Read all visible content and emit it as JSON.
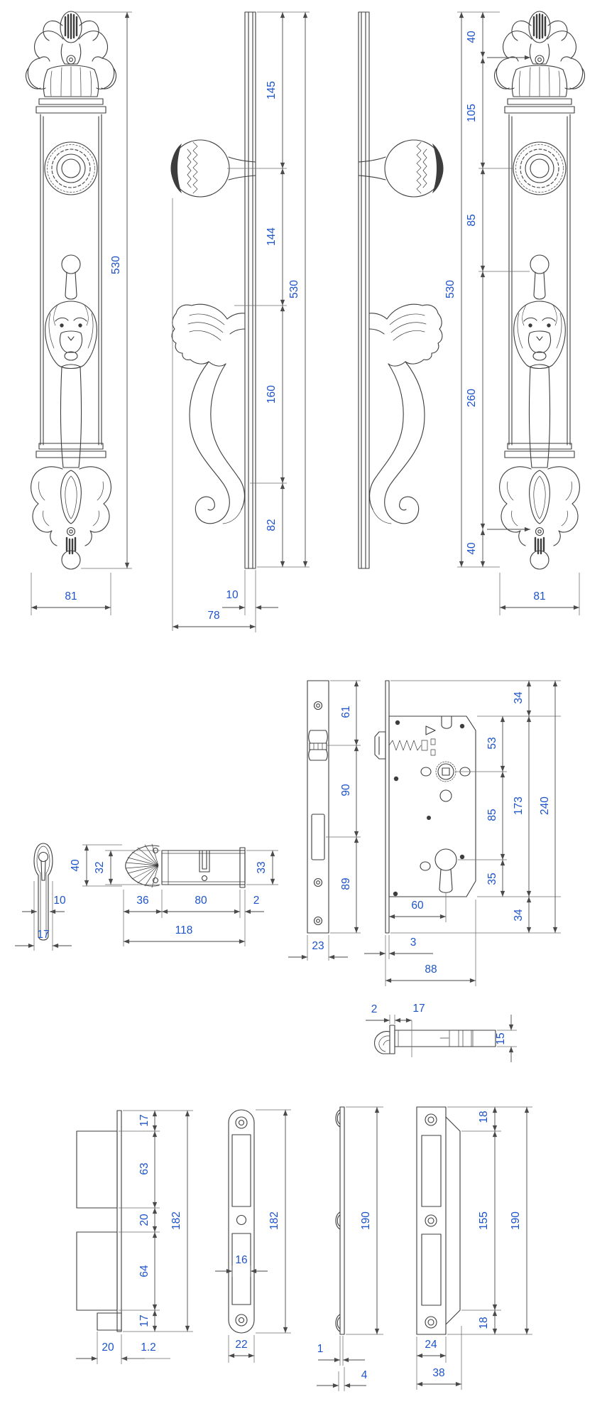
{
  "sheet": {
    "background": "#ffffff",
    "line_color": "#3d3d3d",
    "dim_text_color": "#1d53c9"
  },
  "handle": {
    "front_total": "530",
    "front_width": "81",
    "side_chain": [
      "145",
      "144",
      "160",
      "82"
    ],
    "side_total": "530",
    "side_plate_thickness": "10",
    "side_depth": "78",
    "right_chain": [
      "40",
      "105",
      "85",
      "260",
      "40"
    ],
    "right_total": "530",
    "right_width": "81"
  },
  "lock": {
    "faceplate_chain": [
      "61",
      "90",
      "89"
    ],
    "faceplate_width": "23",
    "edge_chain": [
      "34",
      "53",
      "85",
      "35",
      "34"
    ],
    "body_height": "173",
    "total_height": "240",
    "backset": "60",
    "faceplate_thickness": "3",
    "body_depth": "88"
  },
  "bolt_detail": {
    "flange_thickness": "2",
    "throw": "17",
    "height": "15"
  },
  "cylinder": {
    "overall_height": "40",
    "body_height": "32",
    "end_height": "33",
    "thumbturn_length": "36",
    "body_length": "80",
    "cam_thickness": "2",
    "total_length": "118",
    "profile_width": "10",
    "profile_height": "17"
  },
  "strike_plates": {
    "box_chain": [
      "17",
      "63",
      "20",
      "64",
      "17"
    ],
    "box_total": "182",
    "box_lip": "20",
    "box_plate_thickness": "1.2",
    "flat_total": "182",
    "flat_slot_width": "16",
    "flat_width": "22",
    "edge_total": "190",
    "edge_plate_thickness": "1",
    "edge_depth": "4",
    "lip_chain": [
      "18",
      "155",
      "18"
    ],
    "lip_total": "190",
    "lip_plate_width": "24",
    "lip_full_width": "38"
  }
}
